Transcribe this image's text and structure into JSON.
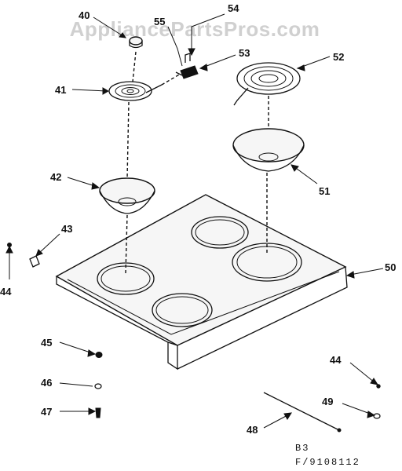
{
  "watermark": "AppliancePartsPros.com",
  "diagram_code": {
    "line1": "B3",
    "line2": "F/9108112"
  },
  "callouts": [
    {
      "id": "40",
      "label": "40"
    },
    {
      "id": "41",
      "label": "41"
    },
    {
      "id": "42",
      "label": "42"
    },
    {
      "id": "43",
      "label": "43"
    },
    {
      "id": "44a",
      "label": "44"
    },
    {
      "id": "45",
      "label": "45"
    },
    {
      "id": "46",
      "label": "46"
    },
    {
      "id": "47",
      "label": "47"
    },
    {
      "id": "48",
      "label": "48"
    },
    {
      "id": "49",
      "label": "49"
    },
    {
      "id": "44b",
      "label": "44"
    },
    {
      "id": "50",
      "label": "50"
    },
    {
      "id": "51",
      "label": "51"
    },
    {
      "id": "52",
      "label": "52"
    },
    {
      "id": "53",
      "label": "53"
    },
    {
      "id": "54",
      "label": "54"
    },
    {
      "id": "55",
      "label": "55"
    }
  ]
}
